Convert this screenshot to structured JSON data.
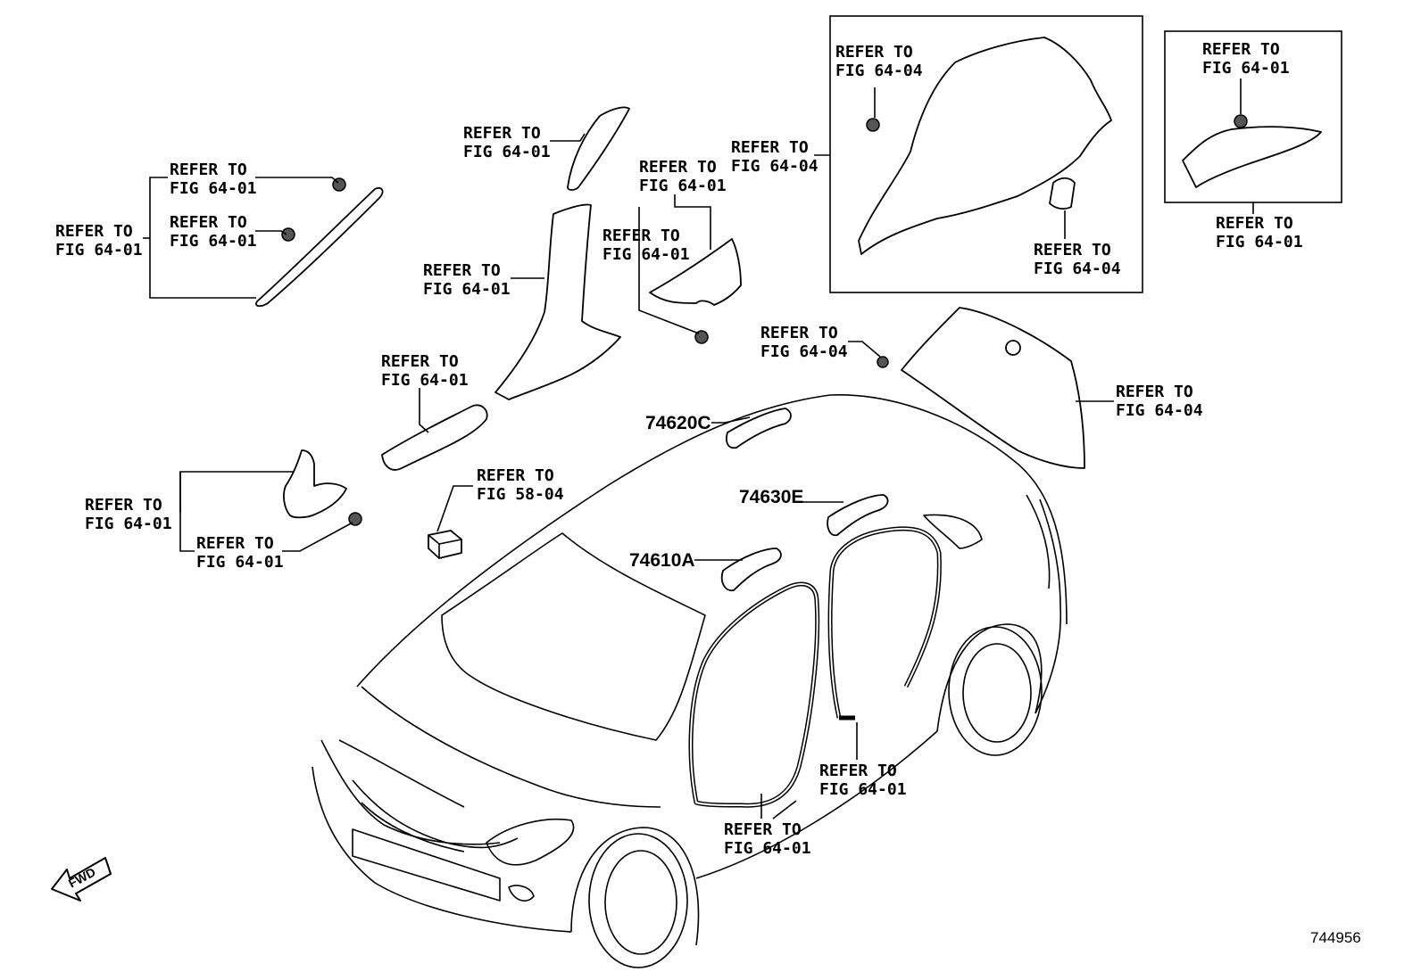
{
  "diagram": {
    "ref_line1": "REFER TO",
    "labels": [
      {
        "id": "a1",
        "line2": "FIG 64-01"
      },
      {
        "id": "a2",
        "line2": "FIG 64-01"
      },
      {
        "id": "a3",
        "line2": "FIG 64-01"
      },
      {
        "id": "a4",
        "line2": "FIG 64-01"
      },
      {
        "id": "a5",
        "line2": "FIG 64-01"
      },
      {
        "id": "a6",
        "line2": "FIG 64-01"
      },
      {
        "id": "a7",
        "line2": "FIG 64-01"
      },
      {
        "id": "a8",
        "line2": "FIG 64-01"
      },
      {
        "id": "a9",
        "line2": "FIG 64-01"
      },
      {
        "id": "a10",
        "line2": "FIG 64-01"
      },
      {
        "id": "a11",
        "line2": "FIG 58-04"
      },
      {
        "id": "a12",
        "line2": "FIG 64-04"
      },
      {
        "id": "a13",
        "line2": "FIG 64-04"
      },
      {
        "id": "a14",
        "line2": "FIG 64-04"
      },
      {
        "id": "a15",
        "line2": "FIG 64-01"
      },
      {
        "id": "a16",
        "line2": "FIG 64-01"
      },
      {
        "id": "a17",
        "line2": "FIG 64-04"
      },
      {
        "id": "a18",
        "line2": "FIG 64-04"
      },
      {
        "id": "a19",
        "line2": "FIG 64-01"
      },
      {
        "id": "a20",
        "line2": "FIG 64-01"
      }
    ],
    "part_numbers": {
      "assist_grip_rear": "74620C",
      "assist_grip_middle": "74630E",
      "assist_grip_front": "74610A"
    },
    "fwd_label": "FWD",
    "illustration_number": "744956"
  }
}
